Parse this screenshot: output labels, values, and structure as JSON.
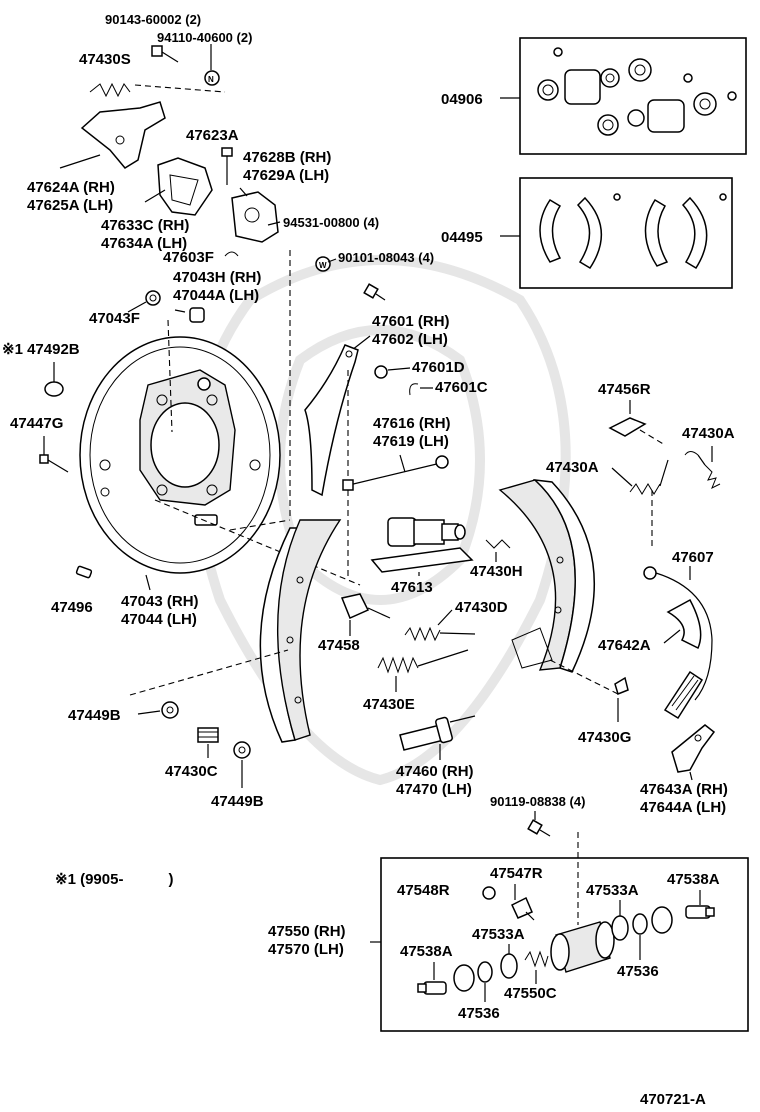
{
  "diagram_id": "470721-A",
  "footnote": "※1 (9905-　　　)",
  "labels": {
    "p90143": "90143-60002 (2)",
    "p94110": "94110-40600 (2)",
    "p47430S": "47430S",
    "p47623A": "47623A",
    "p47624A": "47624A (RH)",
    "p47625A": "47625A (LH)",
    "p47628B": "47628B (RH)",
    "p47629A": "47629A (LH)",
    "p47633C": "47633C (RH)",
    "p47634A": "47634A (LH)",
    "p94531": "94531-00800 (4)",
    "p47603F": "47603F",
    "p90101": "90101-08043 (4)",
    "p47043H": "47043H (RH)",
    "p47044Ab": "47044A (LH)",
    "p47043F": "47043F",
    "p47492B": "※1 47492B",
    "p47447G": "47447G",
    "p47496": "47496",
    "p47043": "47043 (RH)",
    "p47044": "47044 (LH)",
    "p47601": "47601 (RH)",
    "p47602": "47602 (LH)",
    "p47601D": "47601D",
    "p47601C": "47601C",
    "p47616": "47616 (RH)",
    "p47619": "47619 (LH)",
    "p47613": "47613",
    "p47430H": "47430H",
    "p47430D": "47430D",
    "p47458": "47458",
    "p47430E": "47430E",
    "p47449B1": "47449B",
    "p47430C": "47430C",
    "p47449B2": "47449B",
    "p47460": "47460 (RH)",
    "p47470": "47470 (LH)",
    "p04906": "04906",
    "p04495": "04495",
    "p47456R": "47456R",
    "p47430A1": "47430A",
    "p47430A2": "47430A",
    "p47607": "47607",
    "p47642A": "47642A",
    "p47430G": "47430G",
    "p47643A": "47643A (RH)",
    "p47644A": "47644A (LH)",
    "p90119": "90119-08838 (4)",
    "p47548R": "47548R",
    "p47547R": "47547R",
    "p47533A1": "47533A",
    "p47538A1": "47538A",
    "p47550": "47550 (RH)",
    "p47570": "47570 (LH)",
    "p47533A2": "47533A",
    "p47538A2": "47538A",
    "p47536a": "47536",
    "p47536b": "47536",
    "p47550C": "47550C"
  }
}
